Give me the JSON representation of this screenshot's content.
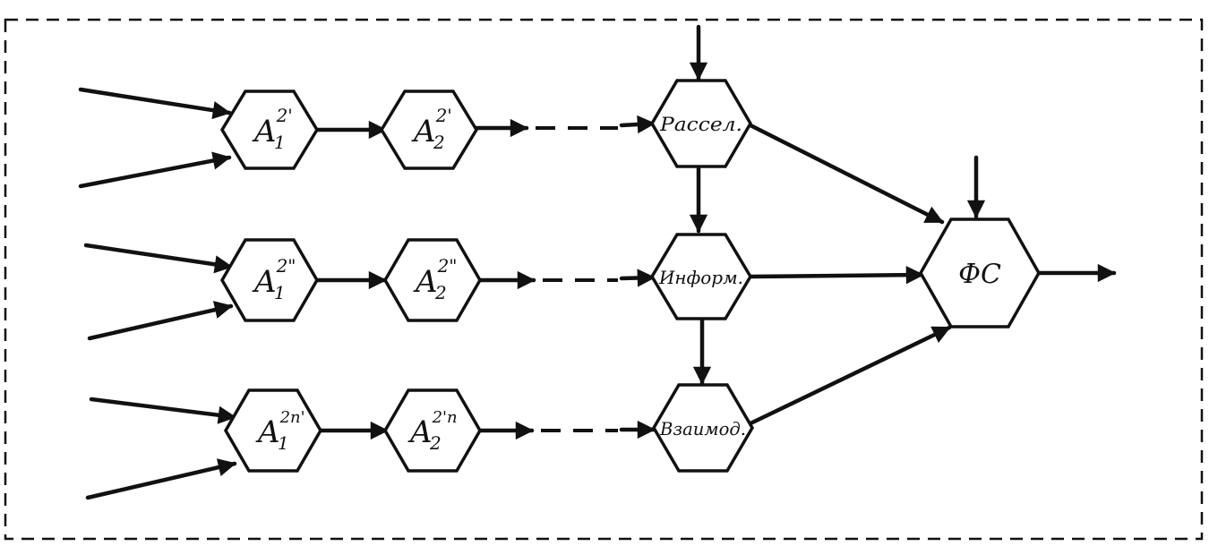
{
  "nodes": {
    "r1a": {
      "base": "A",
      "sub": "1",
      "sup": "2'"
    },
    "r1b": {
      "base": "A",
      "sub": "2",
      "sup": "2'"
    },
    "r2a": {
      "base": "A",
      "sub": "1",
      "sup": "2\""
    },
    "r2b": {
      "base": "A",
      "sub": "2",
      "sup": "2\""
    },
    "r3a": {
      "base": "A",
      "sub": "1",
      "sup": "2n'"
    },
    "r3b": {
      "base": "A",
      "sub": "2",
      "sup": "2'n"
    },
    "rassel": {
      "text": "Рассел."
    },
    "inform": {
      "text": "Информ."
    },
    "vzaim": {
      "text": "Взаимод."
    },
    "fs": {
      "text": "ФС"
    }
  },
  "colors": {
    "ink": "#111111",
    "paper": "#ffffff"
  }
}
